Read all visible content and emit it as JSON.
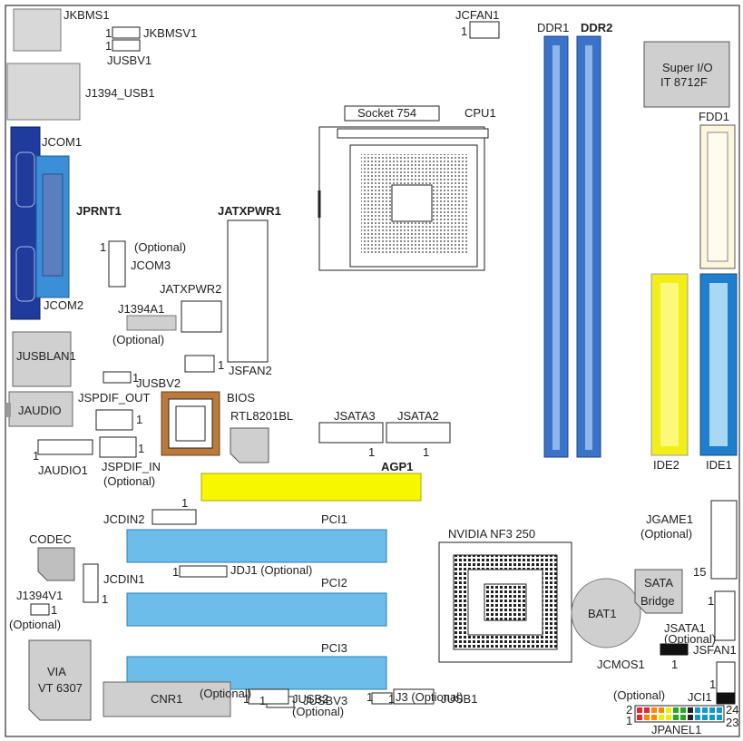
{
  "board_title": "",
  "components": {
    "jkbms1": "JKBMS1",
    "jkbmsv1": "JKBMSV1",
    "jusbv1": "JUSBV1",
    "j1394_usb1": "J1394_USB1",
    "jcom1": "JCOM1",
    "jprnt1": "JPRNT1",
    "jcom2": "JCOM2",
    "jcom3": "JCOM3",
    "jcom3_opt": "(Optional)",
    "jcfan1": "JCFAN1",
    "ddr1": "DDR1",
    "ddr2": "DDR2",
    "superio_line1": "Super I/O",
    "superio_line2": "IT 8712F",
    "socket": "Socket 754",
    "cpu1": "CPU1",
    "fdd1": "FDD1",
    "jatxpwr1": "JATXPWR1",
    "jatxpwr2": "JATXPWR2",
    "j1394a1": "J1394A1",
    "j1394a1_opt": "(Optional)",
    "jusblan1": "JUSBLAN1",
    "jusbv2": "JUSBV2",
    "jsfan2": "JSFAN2",
    "jaudio": "JAUDIO",
    "jspdif_out": "JSPDIF_OUT",
    "bios": "BIOS",
    "rtl": "RTL8201BL",
    "jsata3": "JSATA3",
    "jsata2": "JSATA2",
    "ide2": "IDE2",
    "ide1": "IDE1",
    "jaudio1": "JAUDIO1",
    "jspdif_in": "JSPDIF_IN",
    "jspdif_in_opt": "(Optional)",
    "agp1": "AGP1",
    "jcdin2": "JCDIN2",
    "pci1": "PCI1",
    "pci2": "PCI2",
    "pci3": "PCI3",
    "codec": "CODEC",
    "jcdin1": "JCDIN1",
    "jdj1": "JDJ1 (Optional)",
    "nvidia": "NVIDIA NF3 250",
    "jgame1": "JGAME1",
    "jgame1_opt": "(Optional)",
    "sata_bridge_l1": "SATA",
    "sata_bridge_l2": "Bridge",
    "bat1": "BAT1",
    "j1394v1": "J1394V1",
    "j1394v1_opt": "(Optional)",
    "jsata1": "JSATA1",
    "jsata1_opt": "(Optional)",
    "via_l1": "VIA",
    "via_l2": "VT 6307",
    "jcmos1": "JCMOS1",
    "jsfan1": "JSFAN1",
    "jusbv3_opt": "(Optional)",
    "jusbv3": "JUSBV3",
    "j3": "J3 (Optional)",
    "jci1_opt": "(Optional)",
    "jci1": "JCI1",
    "cnr1": "CNR1",
    "jusb2": "JUSB2",
    "jusb2_opt": "(Optional)",
    "jusb1": "JUSB1",
    "jpanel1": "JPANEL1"
  },
  "pin_numbers": {
    "one": "1",
    "two": "2",
    "fifteen": "15",
    "twentyfour": "24",
    "twentythree": "23"
  },
  "colors": {
    "blue_port": "#1f3b9c",
    "light_blue": "#3a8fd8",
    "slot_blue": "#6cbdea",
    "ddr_blue": "#3a73c8",
    "agp_yellow": "#f7f700",
    "ide_yellow": "#f2ee19",
    "ide_blue": "#1f7fcc",
    "grey": "#cfcfcf",
    "bios_brown": "#b97a3b"
  }
}
